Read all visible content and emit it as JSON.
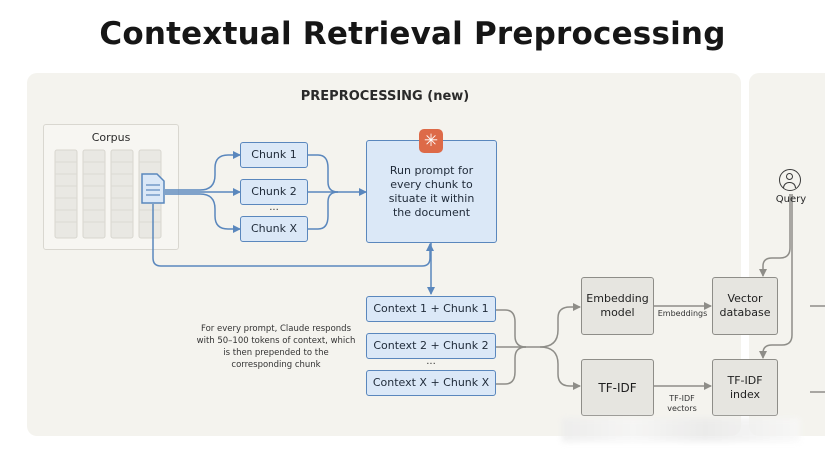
{
  "title": "Contextual Retrieval Preprocessing",
  "section_title": "PREPROCESSING (new)",
  "corpus": {
    "label": "Corpus"
  },
  "chunks": [
    "Chunk 1",
    "Chunk 2",
    "Chunk X"
  ],
  "chunks_ellipsis": "...",
  "prompt_box": "Run prompt for every chunk to situate it within the document",
  "context_chunks": [
    "Context 1 + Chunk 1",
    "Context 2 + Chunk 2",
    "Context X + Chunk X"
  ],
  "context_ellipsis": "...",
  "note": "For every prompt, Claude responds with 50–100 tokens of context, which is then prepended to the corresponding chunk",
  "embedding_model": "Embedding model",
  "embeddings_label": "Embeddings",
  "vector_database": "Vector database",
  "tfidf": "TF-IDF",
  "tfidf_vectors_label": "TF-IDF vectors",
  "tfidf_index": "TF-IDF index",
  "query_label": "Query",
  "colors": {
    "accent_box_fill": "#dbe8f7",
    "accent_box_border": "#5a87bd",
    "gray_box_fill": "#e6e5e0",
    "gray_box_border": "#8e8d88",
    "sparkle": "#dd6a48",
    "panel_bg": "#f4f3ee"
  },
  "icons": {
    "prompt": "sparkle-icon",
    "query": "user-circle-icon",
    "document": "document-icon"
  }
}
